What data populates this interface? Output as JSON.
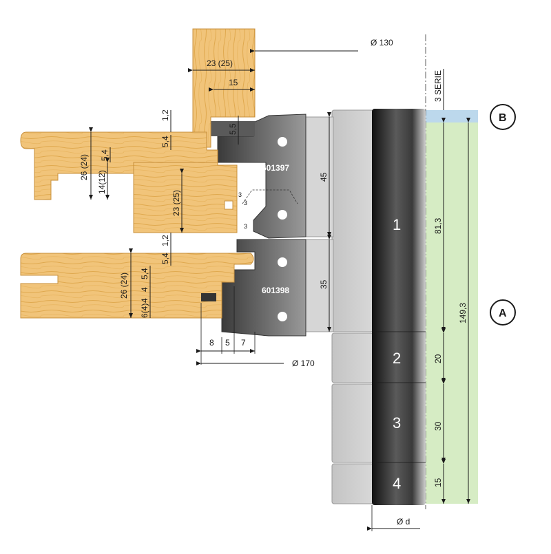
{
  "colors": {
    "wood": "#f1c47a",
    "wood_grain": "#e0a94f",
    "cutter_grey": "#cfcfcf",
    "cutter_dark": "#4a4a4a",
    "spindle_dark": "#2a2a2a",
    "zone_a": "#d6ecc4",
    "zone_b": "#bcd8ec"
  },
  "labels": {
    "dia_130": "Ø 130",
    "dia_170": "Ø 170",
    "dia_d": "Ø d",
    "serie": "3 SERIE",
    "tool_top": "601397",
    "tool_bottom": "601398",
    "marker_a": "A",
    "marker_b": "B"
  },
  "spacers": {
    "s1": "1",
    "s2": "2",
    "s3": "3",
    "s4": "4"
  },
  "dims": {
    "d_23_25_top": "23 (25)",
    "d_15": "15",
    "d_1_2_top": "1,2",
    "d_5_5": "5,5",
    "d_5_4_a": "5,4",
    "d_5_4_b": "5,4",
    "d_26_24_top": "26 (24)",
    "d_14_12": "14(12)",
    "d_23_25_mid": "23 (25)",
    "d_3_a": "3",
    "d_3_b": "3",
    "d_3_c": "3",
    "d_45": "45",
    "d_1_2_mid": "1,2",
    "d_5_4_c": "5,4",
    "d_5_4_d": "5,4",
    "d_26_24_bot": "26 (24)",
    "d_4_a": "4",
    "d_4_b": "4",
    "d_6_4": "6(4)",
    "d_35": "35",
    "d_8": "8",
    "d_5": "5",
    "d_7": "7",
    "d_81_3": "81,3",
    "d_149_3": "149,3",
    "d_20": "20",
    "d_30": "30",
    "d_15_bot": "15"
  }
}
